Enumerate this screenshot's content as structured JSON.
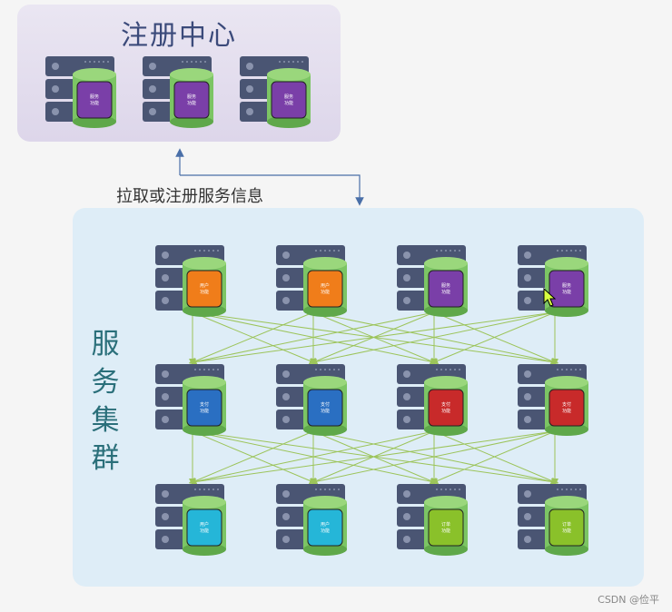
{
  "registry": {
    "title": "注册中心",
    "node_label": "服务\n功能",
    "node_color": "#7a3fa8"
  },
  "link_label": "拉取或注册服务信息",
  "cluster": {
    "title_chars": [
      "服",
      "务",
      "集",
      "群"
    ],
    "rows": [
      [
        {
          "label": "用户\n功能",
          "color": "#f07d1a"
        },
        {
          "label": "用户\n功能",
          "color": "#f07d1a"
        },
        {
          "label": "服务\n功能",
          "color": "#7a3fa8"
        },
        {
          "label": "服务\n功能",
          "color": "#7a3fa8"
        }
      ],
      [
        {
          "label": "支付\n功能",
          "color": "#2a6fc2"
        },
        {
          "label": "支付\n功能",
          "color": "#2a6fc2"
        },
        {
          "label": "支付\n功能",
          "color": "#c82a2a"
        },
        {
          "label": "支付\n功能",
          "color": "#c82a2a"
        }
      ],
      [
        {
          "label": "用户\n功能",
          "color": "#25b6d8"
        },
        {
          "label": "用户\n功能",
          "color": "#25b6d8"
        },
        {
          "label": "订单\n功能",
          "color": "#8ac12a"
        },
        {
          "label": "订单\n功能",
          "color": "#8ac12a"
        }
      ]
    ]
  },
  "colors": {
    "server_body": "#4a5573",
    "cylinder": "#7cc564",
    "arrow_green": "#9cc45a",
    "arrow_blue": "#4a6fa8"
  },
  "watermark": "CSDN @俭平"
}
